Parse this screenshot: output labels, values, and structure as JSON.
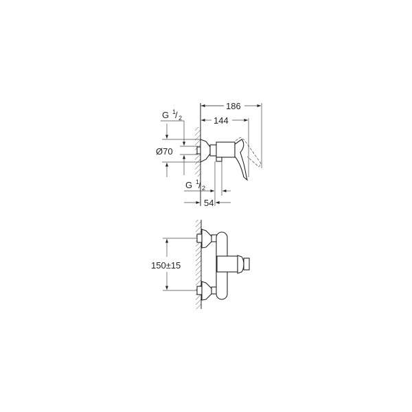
{
  "top_view": {
    "dim_overall": "186",
    "dim_spout": "144",
    "thread_top": "G",
    "thread_top_fraction_num": "1",
    "thread_top_fraction_den": "2",
    "dim_escutcheon": "Ø70",
    "thread_bottom": "G",
    "thread_bottom_fraction_num": "1",
    "thread_bottom_fraction_den": "2",
    "dim_wall": "54"
  },
  "front_view": {
    "dim_centers": "150±15"
  }
}
